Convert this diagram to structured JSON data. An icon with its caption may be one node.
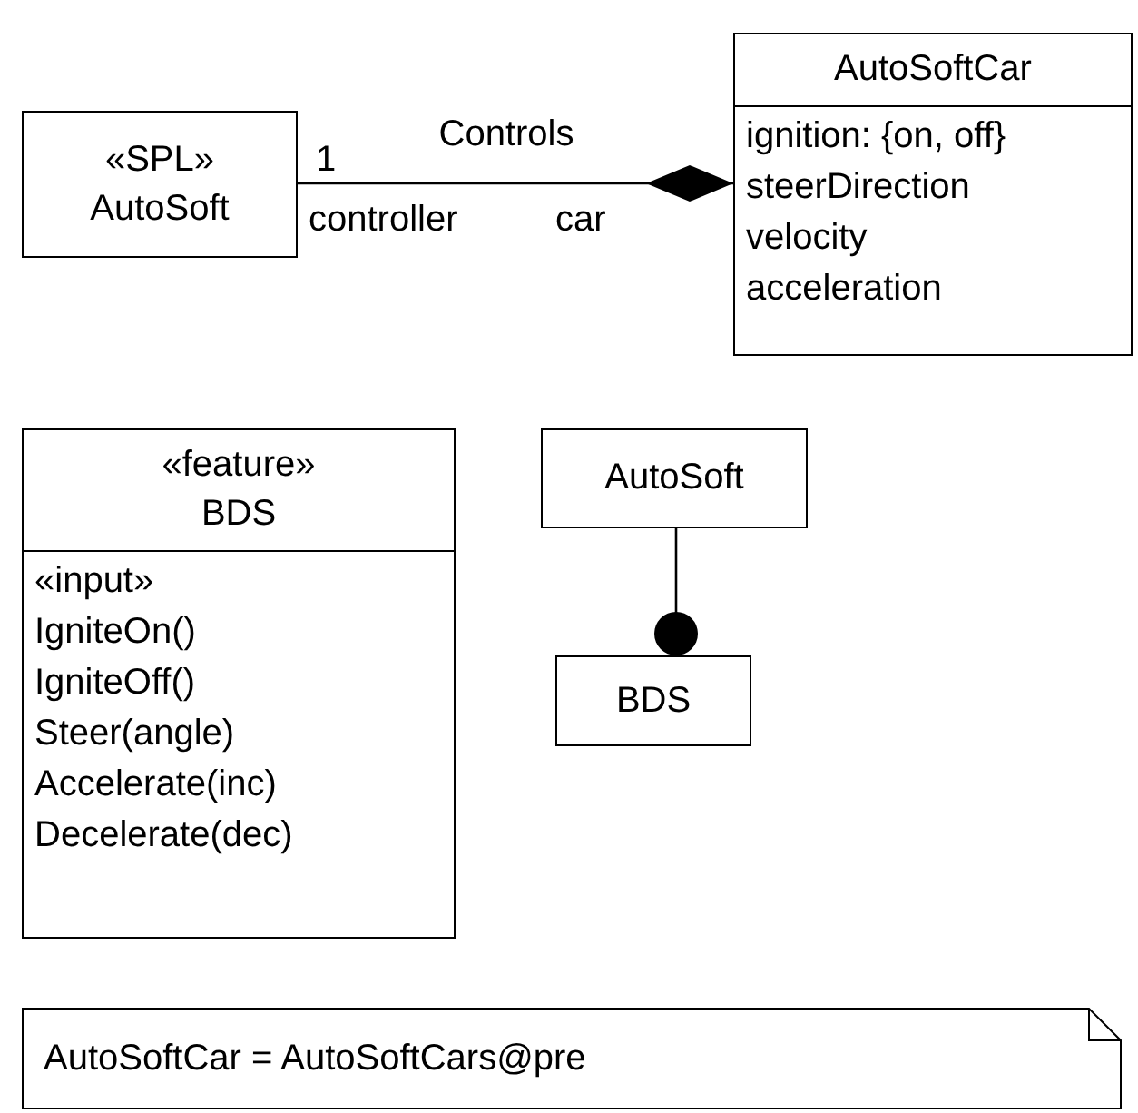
{
  "diagram": {
    "nodes": [
      {
        "text": [
          "«SPL»",
          "AutoSoft"
        ]
      },
      {
        "text": [
          "AutoSoftCar",
          "ignition: {on, off}",
          "steerDirection",
          "velocity",
          "acceleration"
        ]
      },
      {
        "text": [
          "«feature»",
          "BDS",
          "«input»",
          "IgniteOn()",
          "IgniteOff()",
          "Steer(angle)",
          "Accelerate(inc)",
          "Decelerate(dec)"
        ]
      },
      {
        "text": [
          "AutoSoft"
        ]
      },
      {
        "text": [
          "BDS"
        ]
      },
      {
        "text": [
          "AutoSoftCar = AutoSoftCars@pre"
        ]
      }
    ],
    "edges": [
      {
        "from": 0,
        "to": 1,
        "arrow": "other",
        "label": "Controls"
      },
      {
        "from": 3,
        "to": 4,
        "arrow": "other"
      }
    ],
    "labels": [
      "1",
      "controller",
      "car"
    ]
  }
}
